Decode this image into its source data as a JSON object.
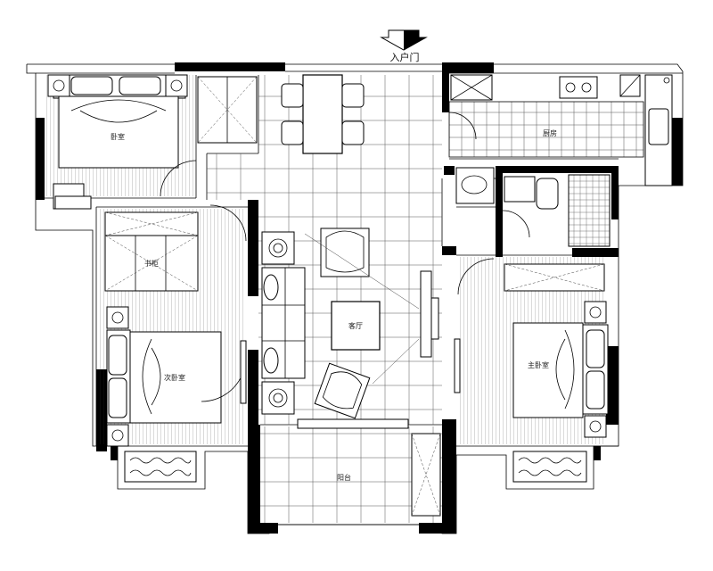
{
  "entrance": {
    "label": "入户门",
    "arrow_icon": "entry-arrow-icon"
  },
  "rooms": {
    "bedroom_left_top": "卧室",
    "study": "书柜",
    "bedroom_left_bottom": "次卧室",
    "living_center": "客厅",
    "kitchen": "厨房",
    "master_bedroom": "主卧室",
    "balcony": "阳台"
  }
}
